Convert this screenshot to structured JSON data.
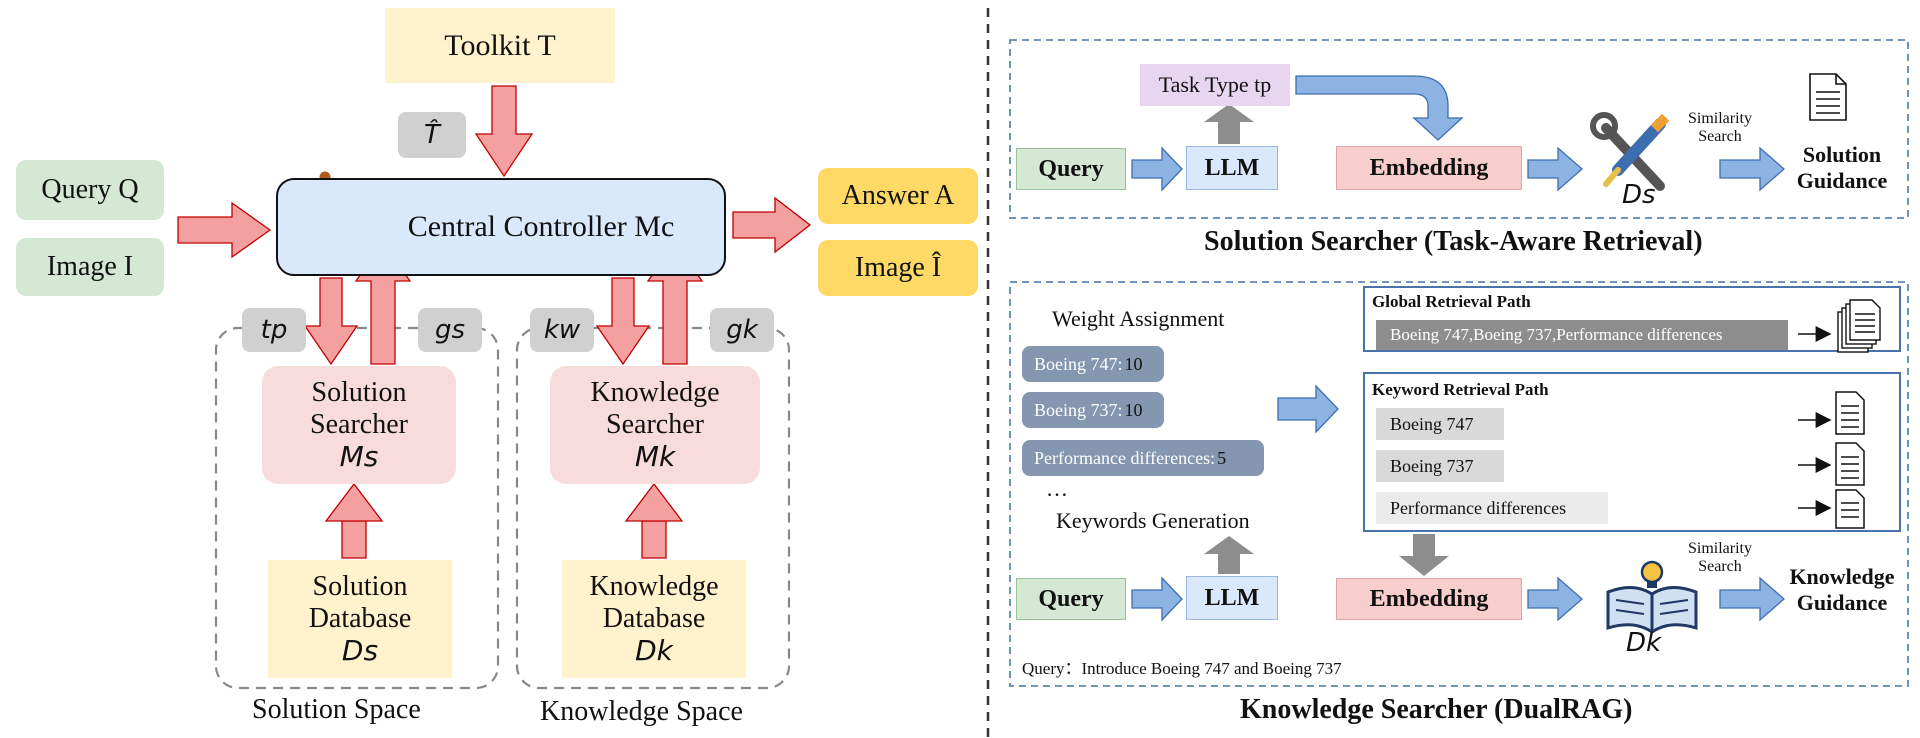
{
  "left": {
    "toolkit": "Toolkit T",
    "toolkit_hat": "T̂",
    "query": "Query Q",
    "image": "Image I",
    "central_controller": "Central Controller Mc",
    "answer": "Answer A",
    "image_out": "Image Î",
    "tp": "tp",
    "gs": "gs",
    "kw": "kw",
    "gk": "gk",
    "solution_searcher": [
      "Solution",
      "Searcher",
      "Ms"
    ],
    "knowledge_searcher": [
      "Knowledge",
      "Searcher",
      "Mk"
    ],
    "solution_database": [
      "Solution",
      "Database",
      "Ds"
    ],
    "knowledge_database": [
      "Knowledge",
      "Database",
      "Dk"
    ],
    "solution_space": "Solution Space",
    "knowledge_space": "Knowledge Space"
  },
  "solution_panel": {
    "task_type": "Task Type tp",
    "query": "Query",
    "llm": "LLM",
    "embedding": "Embedding",
    "ds": "Ds",
    "similarity": [
      "Similarity",
      "Search"
    ],
    "guidance": [
      "Solution",
      "Guidance"
    ],
    "title": "Solution Searcher (Task-Aware Retrieval)"
  },
  "knowledge_panel": {
    "weight_assignment": "Weight Assignment",
    "weights": [
      {
        "label": "Boeing 747: ",
        "value": "10"
      },
      {
        "label": "Boeing 737: ",
        "value": "10"
      },
      {
        "label": "Performance differences: ",
        "value": "5"
      }
    ],
    "ellipsis": "…",
    "keywords_generation": "Keywords Generation",
    "global_path_title": "Global Retrieval Path",
    "global_path_text": "Boeing 747,Boeing 737,Performance differences",
    "keyword_path_title": "Keyword Retrieval Path",
    "keywords": [
      "Boeing 747",
      "Boeing 737",
      "Performance differences"
    ],
    "query": "Query",
    "llm": "LLM",
    "embedding": "Embedding",
    "dk": "Dk",
    "similarity": [
      "Similarity",
      "Search"
    ],
    "guidance": [
      "Knowledge",
      "Guidance"
    ],
    "query_example": "Query：Introduce Boeing 747 and Boeing 737",
    "title": "Knowledge Searcher (DualRAG)"
  },
  "icons": [
    "robot-icon",
    "tools-icon",
    "book-icon",
    "document-icon",
    "document-stack-icon"
  ],
  "colors": {
    "yellow": "#fff2cc",
    "green": "#d5e8d4",
    "blue": "#dae8fc",
    "pink": "#f8cecc",
    "orange": "#ffd966",
    "gray": "#d0d0d0",
    "red_arrow": "#f4a0a0",
    "blue_arrow": "#7ea6e0"
  }
}
